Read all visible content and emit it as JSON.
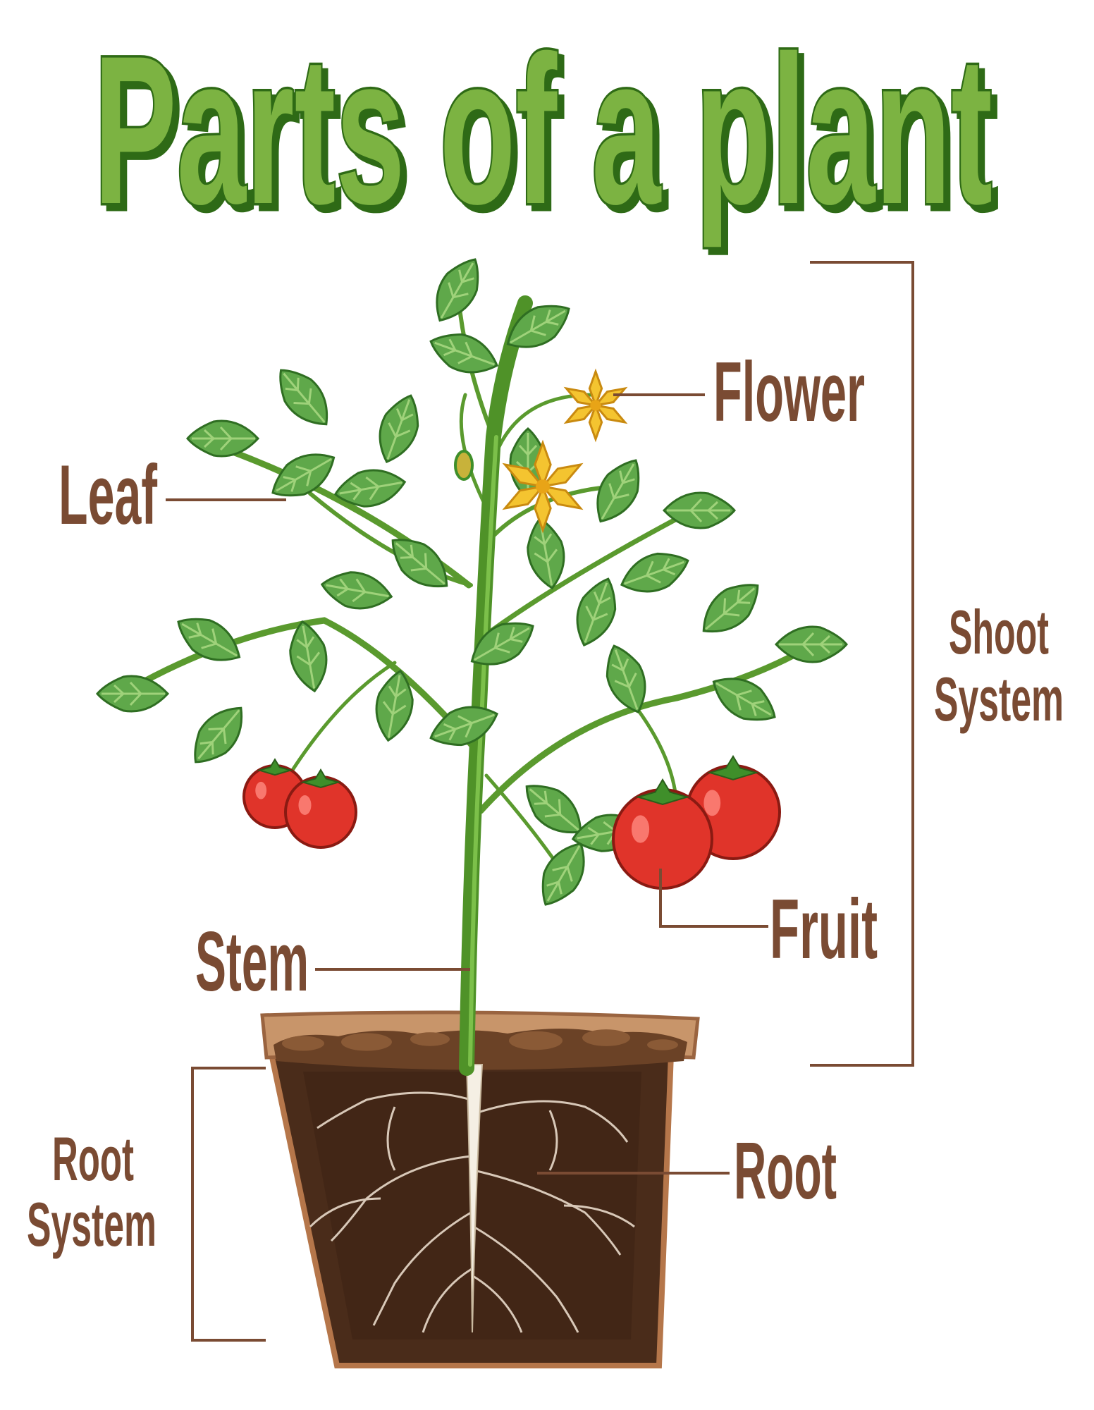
{
  "title": "Parts of a plant",
  "labels": {
    "flower": "Flower",
    "leaf": "Leaf",
    "fruit": "Fruit",
    "stem": "Stem",
    "root": "Root",
    "shoot_system_line1": "Shoot",
    "shoot_system_line2": "System",
    "root_system_line1": "Root",
    "root_system_line2": "System"
  },
  "colors": {
    "title_fill": "#7cb342",
    "title_outline": "#2e6b12",
    "label_text": "#7a4b33",
    "leaf": "#5fa84a",
    "tomato": "#e0342a",
    "flower": "#f4c430",
    "soil": "#4a2c1a",
    "pot_rim": "#c8956a"
  }
}
